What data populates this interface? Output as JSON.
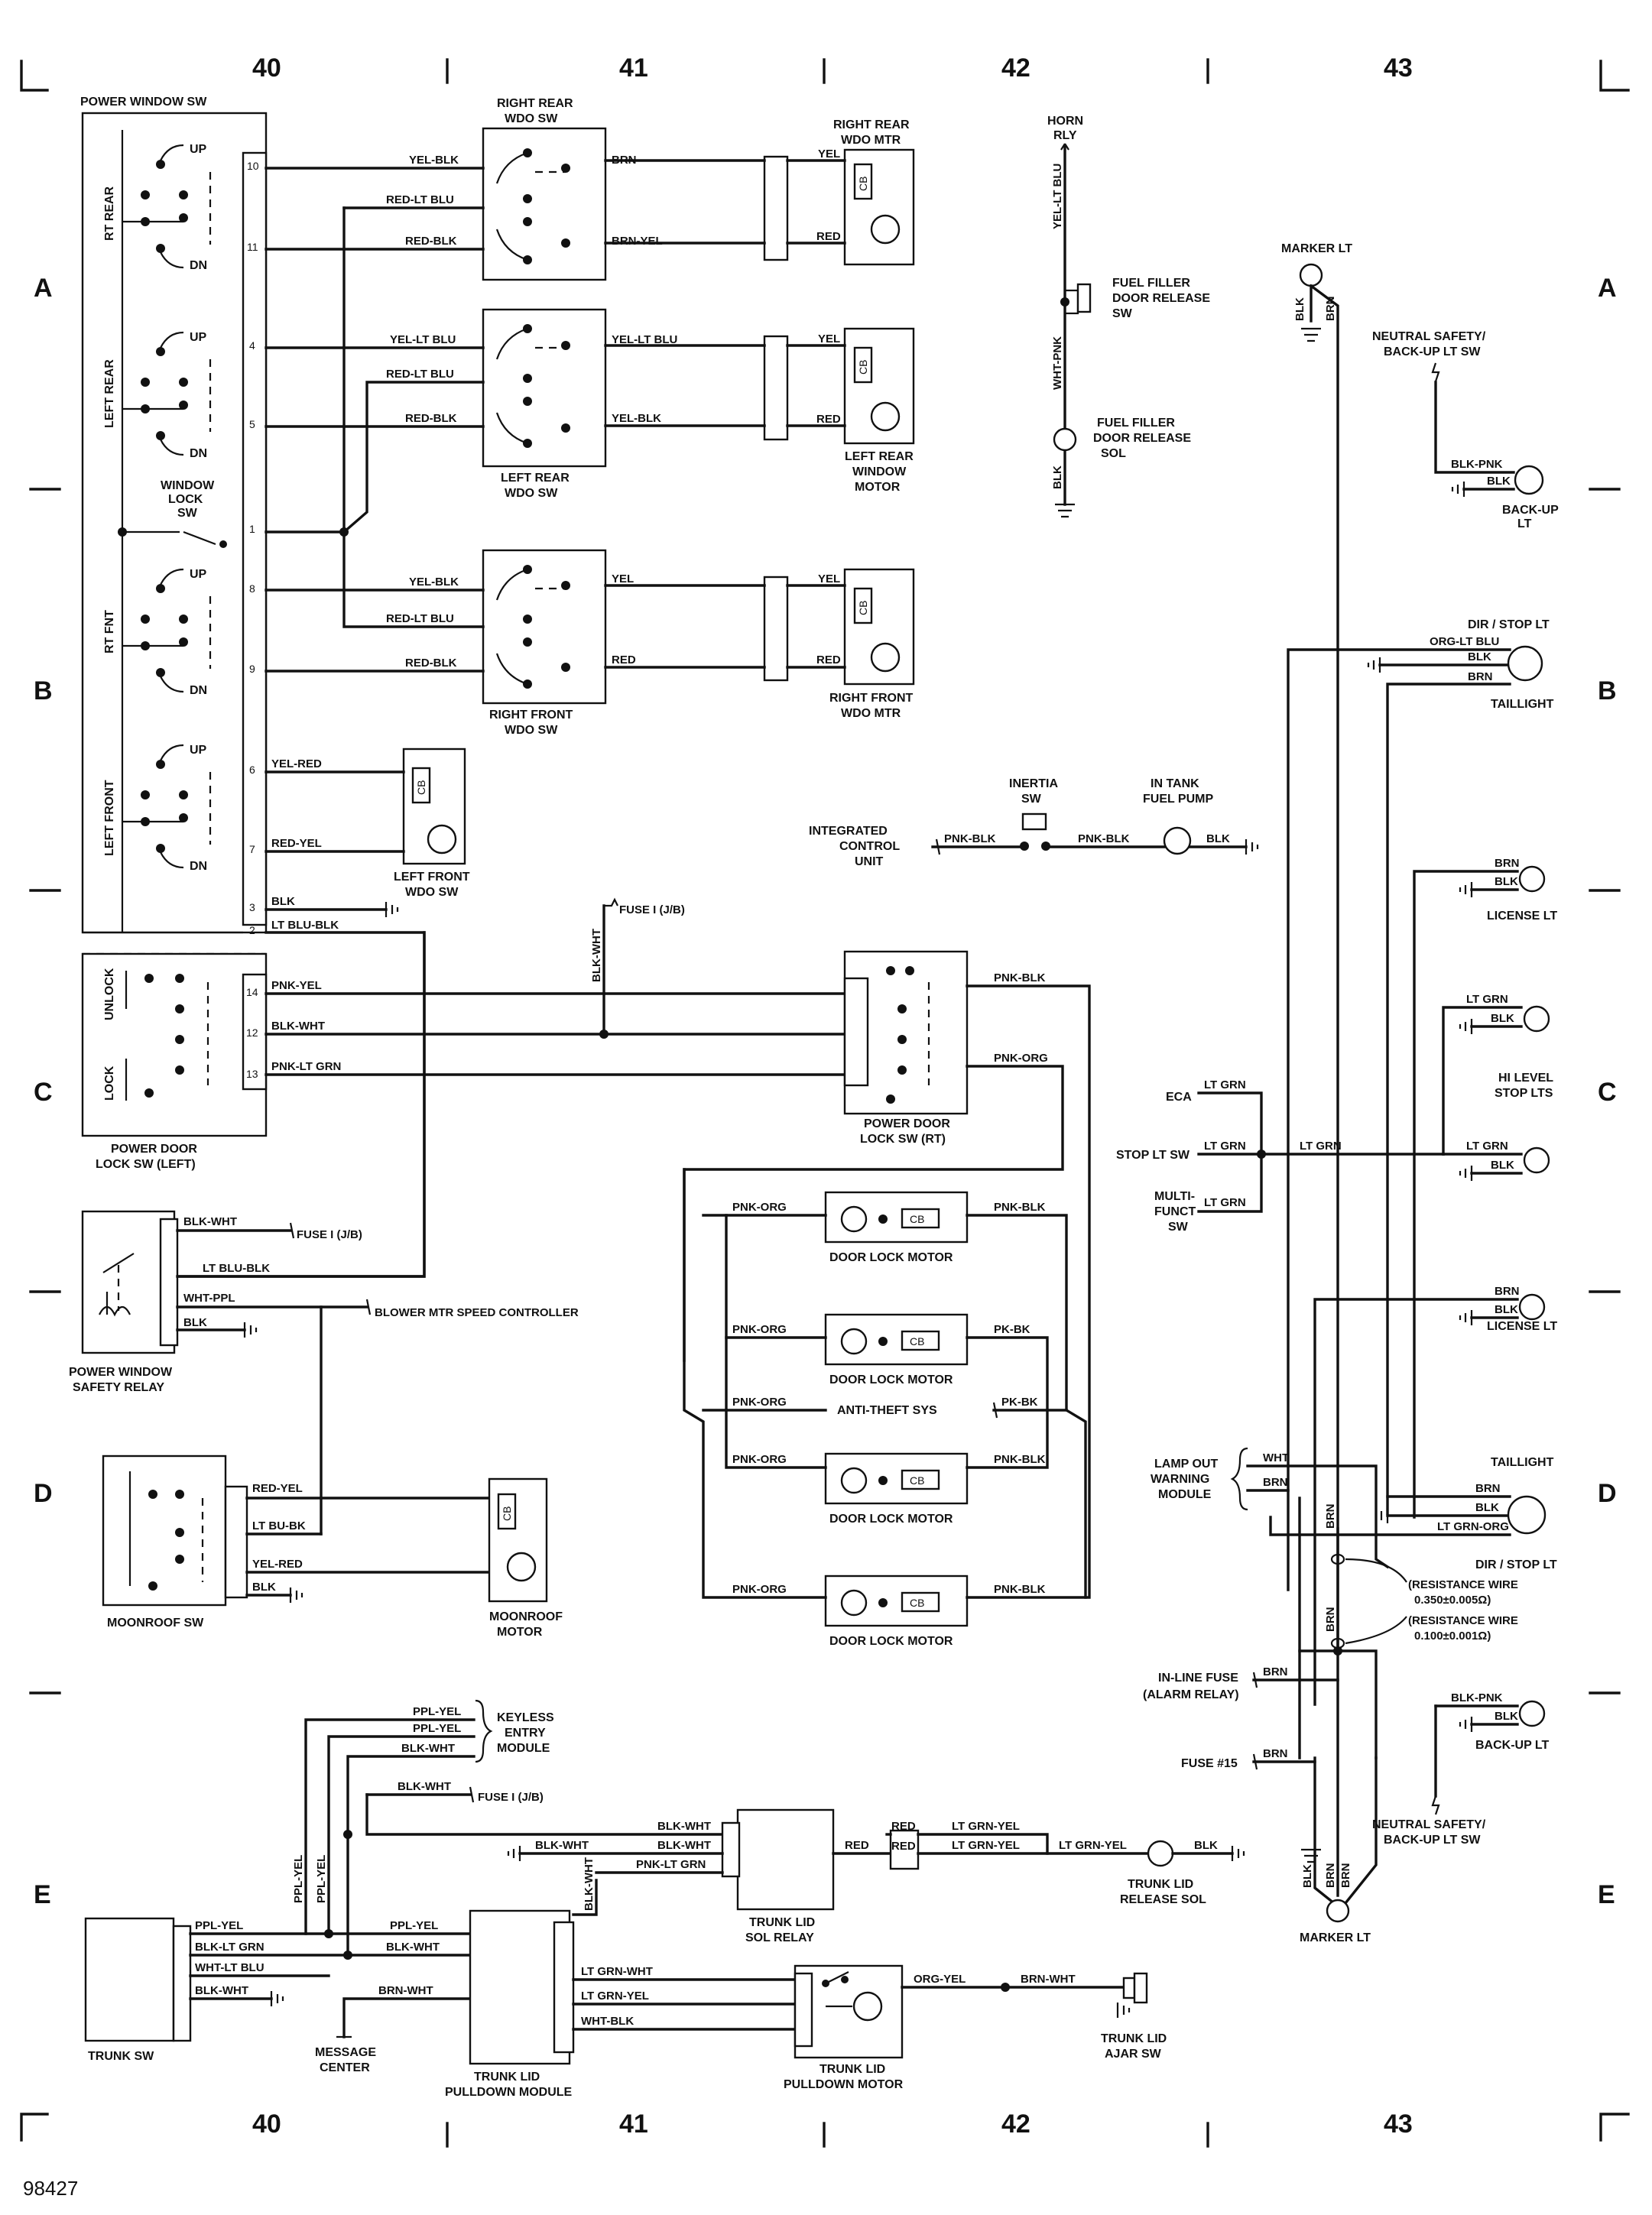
{
  "diagram_id": "98427",
  "grid": {
    "columns": [
      "40",
      "41",
      "42",
      "43"
    ],
    "rows": [
      "A",
      "B",
      "C",
      "D",
      "E"
    ]
  },
  "components": {
    "power_window_sw": "POWER WINDOW SW",
    "rt_rear": "RT REAR",
    "left_rear": "LEFT REAR",
    "rt_fnt": "RT FNT",
    "left_front": "LEFT FRONT",
    "up": "UP",
    "dn": "DN",
    "window_lock_sw_1": "WINDOW",
    "window_lock_sw_2": "LOCK",
    "window_lock_sw_3": "SW",
    "right_rear_wdo_sw_1": "RIGHT REAR",
    "right_rear_wdo_sw_2": "WDO SW",
    "right_rear_wdo_mtr_1": "RIGHT REAR",
    "right_rear_wdo_mtr_2": "WDO MTR",
    "left_rear_wdo_sw_1": "LEFT REAR",
    "left_rear_wdo_sw_2": "WDO SW",
    "left_rear_window_motor_1": "LEFT REAR",
    "left_rear_window_motor_2": "WINDOW",
    "left_rear_window_motor_3": "MOTOR",
    "right_front_wdo_sw_1": "RIGHT FRONT",
    "right_front_wdo_sw_2": "WDO SW",
    "right_front_wdo_mtr_1": "RIGHT FRONT",
    "right_front_wdo_mtr_2": "WDO MTR",
    "left_front_wdo_sw_1": "LEFT FRONT",
    "left_front_wdo_sw_2": "WDO SW",
    "unlock": "UNLOCK",
    "lock": "LOCK",
    "power_door_lock_sw_left_1": "POWER DOOR",
    "power_door_lock_sw_left_2": "LOCK SW (LEFT)",
    "power_door_lock_sw_rt_1": "POWER DOOR",
    "power_door_lock_sw_rt_2": "LOCK SW (RT)",
    "power_window_safety_relay_1": "POWER WINDOW",
    "power_window_safety_relay_2": "SAFETY RELAY",
    "blower_mtr_speed_controller": "BLOWER MTR  SPEED  CONTROLLER",
    "moonroof_sw": "MOONROOF SW",
    "moonroof_motor_1": "MOONROOF",
    "moonroof_motor_2": "MOTOR",
    "horn_rly_1": "HORN",
    "horn_rly_2": "RLY",
    "fuel_filler_sw_1": "FUEL FILLER",
    "fuel_filler_sw_2": "DOOR RELEASE",
    "fuel_filler_sw_3": "SW",
    "fuel_filler_sol_1": "FUEL FILLER",
    "fuel_filler_sol_2": "DOOR RELEASE",
    "fuel_filler_sol_3": "SOL",
    "inertia_sw_1": "INERTIA",
    "inertia_sw_2": "SW",
    "in_tank_fuel_pump_1": "IN TANK",
    "in_tank_fuel_pump_2": "FUEL PUMP",
    "integrated_control_unit_1": "INTEGRATED",
    "integrated_control_unit_2": "CONTROL",
    "integrated_control_unit_3": "UNIT",
    "door_lock_motor": "DOOR LOCK MOTOR",
    "anti_theft_sys": "ANTI-THEFT SYS",
    "cb": "CB",
    "fuse_1_jb": "FUSE I (J/B)",
    "marker_lt": "MARKER LT",
    "neutral_safety_1": "NEUTRAL SAFETY/",
    "neutral_safety_2": "BACK-UP LT SW",
    "back_up_lt_1": "BACK-UP",
    "back_up_lt_2": "LT",
    "back_up_lt": "BACK-UP LT",
    "dir_stop_lt": "DIR / STOP LT",
    "taillight": "TAILLIGHT",
    "license_lt": "LICENSE LT",
    "hi_level_1": "HI LEVEL",
    "hi_level_2": "STOP LTS",
    "eca": "ECA",
    "stop_lt_sw": "STOP LT SW",
    "multi_funct_1": "MULTI-",
    "multi_funct_2": "FUNCT",
    "multi_funct_3": "SW",
    "lamp_out_1": "LAMP OUT",
    "lamp_out_2": "WARNING",
    "lamp_out_3": "MODULE",
    "resistance_1a": "(RESISTANCE WIRE",
    "resistance_1b": "0.350±0.005Ω)",
    "resistance_2a": "(RESISTANCE WIRE",
    "resistance_2b": "0.100±0.001Ω)",
    "inline_fuse_1": "IN-LINE FUSE",
    "inline_fuse_2": "(ALARM RELAY)",
    "fuse_15": "FUSE #15",
    "keyless_1": "KEYLESS",
    "keyless_2": "ENTRY",
    "keyless_3": "MODULE",
    "trunk_sw": "TRUNK SW",
    "message_center_1": "MESSAGE",
    "message_center_2": "CENTER",
    "trunk_pulldown_module_1": "TRUNK LID",
    "trunk_pulldown_module_2": "PULLDOWN MODULE",
    "trunk_sol_relay_1": "TRUNK LID",
    "trunk_sol_relay_2": "SOL RELAY",
    "trunk_release_sol_1": "TRUNK LID",
    "trunk_release_sol_2": "RELEASE SOL",
    "trunk_pulldown_motor_1": "TRUNK LID",
    "trunk_pulldown_motor_2": "PULLDOWN MOTOR",
    "trunk_ajar_1": "TRUNK LID",
    "trunk_ajar_2": "AJAR SW"
  },
  "terminals": [
    "10",
    "11",
    "4",
    "5",
    "1",
    "8",
    "9",
    "6",
    "7",
    "3",
    "2",
    "14",
    "12",
    "13"
  ],
  "wires": {
    "yel_blk": "YEL-BLK",
    "red_lt_blu": "RED-LT BLU",
    "red_blk": "RED-BLK",
    "brn": "BRN",
    "brn_yel": "BRN-YEL",
    "yel": "YEL",
    "red": "RED",
    "yel_lt_blu": "YEL-LT BLU",
    "yel_red": "YEL-RED",
    "red_yel": "RED-YEL",
    "blk": "BLK",
    "lt_blu_blk": "LT BLU-BLK",
    "pnk_yel": "PNK-YEL",
    "blk_wht": "BLK-WHT",
    "pnk_lt_grn": "PNK-LT GRN",
    "pnk_blk": "PNK-BLK",
    "pnk_org": "PNK-ORG",
    "pk_bk": "PK-BK",
    "wht_ppl": "WHT-PPL",
    "lt_bu_bk": "LT BU-BK",
    "wht_pnk": "WHT-PNK",
    "blk_pnk": "BLK-PNK",
    "org_lt_blu": "ORG-LT BLU",
    "lt_grn": "LT GRN",
    "wht": "WHT",
    "lt_grn_org": "LT GRN-ORG",
    "ppl_yel": "PPL-YEL",
    "blk_lt_grn": "BLK-LT GRN",
    "wht_lt_blu": "WHT-LT BLU",
    "brn_wht": "BRN-WHT",
    "lt_grn_wht": "LT GRN-WHT",
    "lt_grn_yel": "LT GRN-YEL",
    "wht_blk": "WHT-BLK",
    "org_yel": "ORG-YEL"
  }
}
